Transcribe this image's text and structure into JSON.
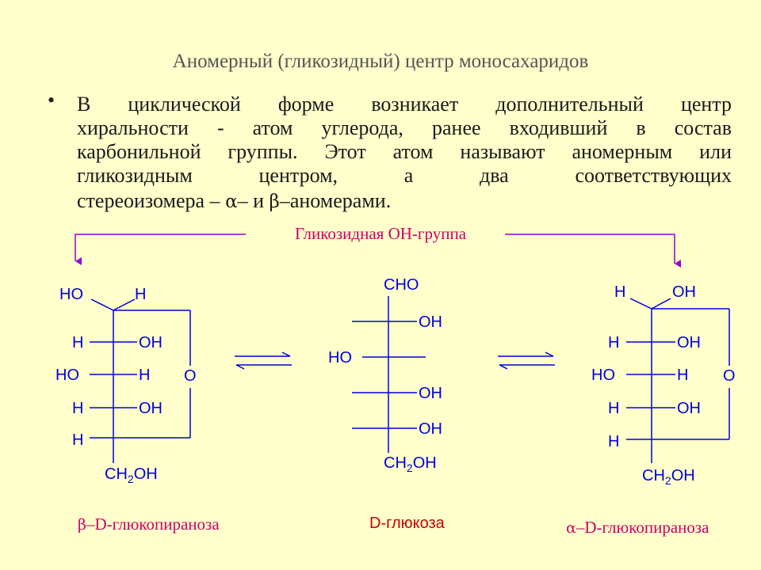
{
  "title": "Аномерный (гликозидный) центр моносахаридов",
  "bullet_symbol": "•",
  "paragraph_lines": [
    "В циклической форме возникает дополнительный центр",
    "хиральности - атом углерода, ранее входивший в состав",
    "карбонильной группы. Этот атом называют аномерным или",
    "гликозидным центром, а два соответствующих"
  ],
  "paragraph_last": {
    "pre": "стереоизомера – ",
    "alpha": "α",
    "mid1": "– и ",
    "beta": "β",
    "post": "–аномерами."
  },
  "glycosidic_label": "Гликозидная ОН-группа",
  "labels": {
    "HO": "HO",
    "H": "H",
    "OH": "OH",
    "O": "O",
    "CHO": "CHO",
    "CH": "CH",
    "two": "2"
  },
  "captions": {
    "left": {
      "sym": "β",
      "text": "–D-глюкопираноза"
    },
    "center": "D-глюкоза",
    "right": {
      "sym": "α",
      "text": "–D-глюкопираноза"
    }
  },
  "colors": {
    "background": "#FFFFCC",
    "formula": "#0000DD",
    "accent": "#CC0066",
    "title": "#555555"
  }
}
